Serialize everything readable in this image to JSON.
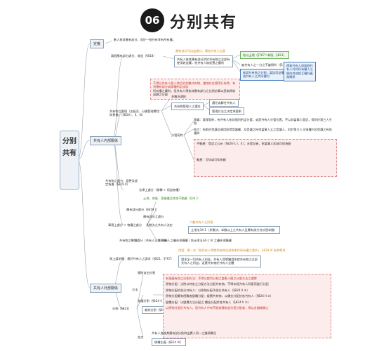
{
  "title": {
    "number": "06",
    "text": "分别共有"
  },
  "root": {
    "label": "分别共有"
  },
  "branches": [
    {
      "label": "定義"
    },
    {
      "label": "共有人内部關係"
    },
    {
      "label": "共有人外部關係"
    }
  ],
  "definition": {
    "text": "數人按其應有部分，對於一物共有享有所有權。"
  },
  "internal": {
    "share": {
      "label": "兩個應有部分處分、收益（§818）",
      "warn": "應有部分可自由處分，屬各共有人自身",
      "main": "共有人依其應有部分對於共有物之全部有使用收益權，他共有人無從置之權利",
      "items": [
        "若以土地（§767 I 本段、§821）",
        "被共有人之一分之不當得利（§179）",
        "被認共有物之分割，當該用益權或共有人之共同權利"
      ],
      "side": "債務共有人與兩個共有人共同所有權人之間的其他相互權利義務關係"
    },
    "pinknote": [
      "不得以共有人個人地位對多數共有物，當地存在擅用行為時，有對應有部分或兩種約定成該",
      "所有權之權利，但共有人得依其應有部分之比例計算以受取得收益額之分配"
    ],
    "mgmt": {
      "label": "共有物之管理（支配及、分擔管理費用與負擔）（§820 I、II、III）",
      "subs": [
        {
          "label": "多數決通則"
        },
        {
          "label": "共有物管理人之選任",
          "items": [
            "選任或解任共有人",
            "管理方法之決定與變更"
          ]
        },
        {
          "label": "分管契約",
          "items": [
            "意義：管理契約，有共有人依其個別約定分管，或是共有人分管位置，不以其當事人登記，得對於第三人生效",
            "效力：拘束於受讓及適用取得受讓權，及受讓之拘束當事人立之受讓人，對於第三人主張權利及受讓之有效讓與",
            "不動產：登記之公示（§826-1 I、II）；未登記者，依當事人知或可知為斷",
            "動產：可知或可知為斷"
          ]
        }
      ]
    },
    "handle": {
      "label": "共有物之處分、變更及設定負擔（§819 II）",
      "items": [
        "法律上處分（移轉 + 用益物權）",
        "土地、房屋、漁業權及其他不動產（§34 I）",
        "應有部分之處分",
        "多數決之共有人決定",
        "少數共有人之同意",
        "土地法34-1（多數決，半數以上之共有人且應有部分合計過半數）"
      ],
      "notes": [
        "應有部分處分（§819 I）",
        "事實上處分 + 物權之處分",
        "共有物之整體處分（共有人全體同意）"
      ],
      "buy": "共有人之優先承購權 / 與土地法34-1 IV 之優先承購權"
    }
  },
  "external": {
    "claim": {
      "label": "物上請求權：基於共有人之請求（§821、§767）",
      "alt": "用語：第一次「各共有人得就共有物全部為本於所有權之請求」、§828 III 有其準用",
      "items": [
        "請求全一切共有人利益，共有人得單獨請求就共有物之全部",
        "共有人之利益，返還共有物於共有人全體"
      ]
    },
    "split": {
      "label": "分割（§823）",
      "freedom": "隨時自由分割",
      "methods": {
        "label": "方法",
        "agree": "協議分割（§824 I）",
        "judge": "裁判分割（§824 II）",
        "pink": [
          "有協議有效之分割方法：不得以裁判分割之當事人間之分割方法之選擇",
          "原物分配：法院以特定之分配方法分配共有物，不得未經共有人同意而進行分配",
          "原物分配於部分共有人：以原物分配予部分共有人（§824 II ②）",
          "原物分配顯有困難者變價分配：變賣共有物，以價金分配於各共有人（§824 II ②）",
          "變價分配：以變賣方法分配之 價金分配於各共有人（§824 II ②）",
          "以原物分配於共有人，而共有人中有不能按應有部分受分配者，得以金錢補償之"
        ]
      },
      "effect": {
        "label": "效力",
        "items": [
          "共有人各按其應有部分負與出賣人同一之擔保責任",
          "移轉主義（§824 IV）"
        ]
      }
    }
  }
}
